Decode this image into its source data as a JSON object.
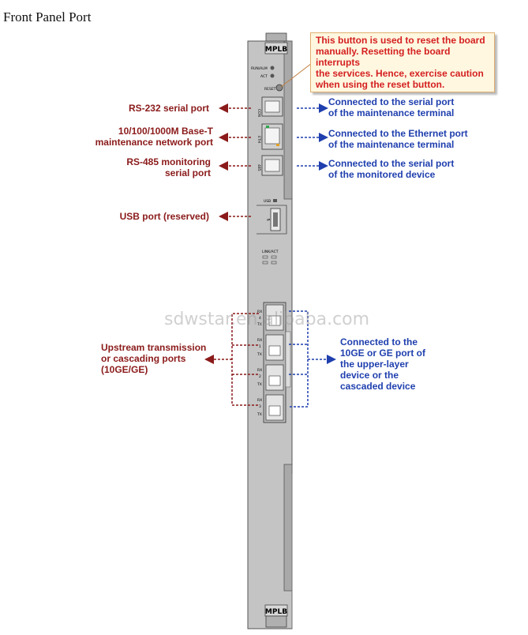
{
  "page_title": "Front Panel Port",
  "note": {
    "lines": [
      "This button is used to reset the board",
      "manually. Resetting the board interrupts",
      "the services. Hence, exercise caution",
      "when using the reset button."
    ]
  },
  "panel": {
    "name_top": "MPLB",
    "name_bottom": "MPLB",
    "led_run_alm": "RUN/ALM",
    "led_act": "ACT",
    "reset": "RESET",
    "port_con": "CON",
    "port_eth": "ETH",
    "port_485": "485",
    "usb": "USB",
    "link_act": "LINK/ACT",
    "sfp_labels": [
      {
        "rx": "RX",
        "num": "4",
        "tx": "TX"
      },
      {
        "rx": "RX",
        "num": "1",
        "tx": "TX"
      },
      {
        "rx": "RX",
        "num": "2",
        "tx": "TX"
      },
      {
        "rx": "RX",
        "num": "3",
        "tx": "TX"
      }
    ]
  },
  "left_labels": {
    "rs232": [
      "RS-232 serial port"
    ],
    "eth": [
      "10/100/1000M Base-T",
      "maintenance network port"
    ],
    "rs485": [
      "RS-485 monitoring",
      "serial port"
    ],
    "usb": [
      "USB port (reserved)"
    ],
    "upstream": [
      "Upstream transmission",
      "or cascading ports",
      "(10GE/GE)"
    ]
  },
  "right_labels": {
    "serial_maint": [
      "Connected to the serial port",
      "of the maintenance terminal"
    ],
    "eth_maint": [
      "Connected to the Ethernet port",
      "of the maintenance terminal"
    ],
    "serial_monitored": [
      "Connected to the serial port",
      "of the monitored device"
    ],
    "upper_layer": [
      "Connected to the",
      "10GE or GE port of",
      "the upper-layer",
      "device or the",
      "cascaded device"
    ]
  },
  "watermark": "sdwstar.en.alibaba.com",
  "colors": {
    "red": "#8b1a1a",
    "blue": "#1f3fae",
    "note_text": "#d42020"
  }
}
